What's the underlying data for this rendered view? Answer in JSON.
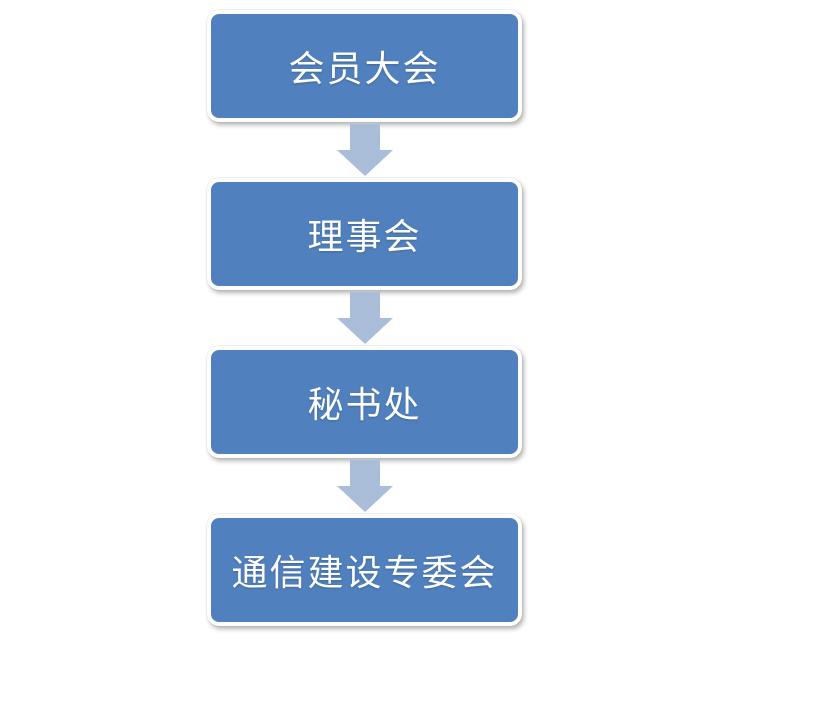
{
  "diagram": {
    "title": "organization-flow",
    "nodes": [
      {
        "label": "会员大会"
      },
      {
        "label": "理事会"
      },
      {
        "label": "秘书处"
      },
      {
        "label": "通信建设专委会"
      }
    ],
    "connector": "down-arrow"
  },
  "colors": {
    "node-fill": "#5081be",
    "node-border": "#ffffff",
    "node-text": "#ffffff",
    "arrow-fill": "#a9bdd9",
    "background": "#ffffff"
  }
}
